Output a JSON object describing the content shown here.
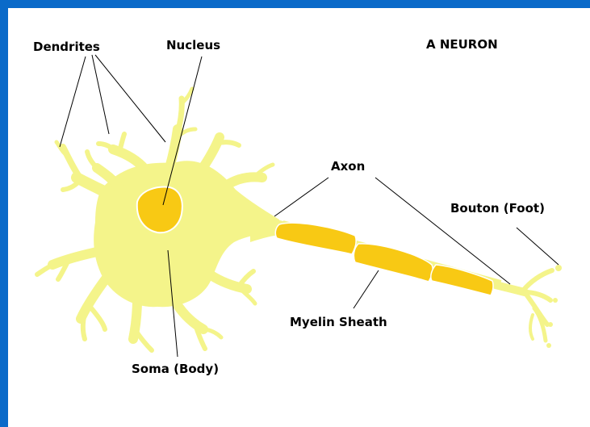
{
  "diagram": {
    "title": "A NEURON",
    "labels": {
      "dendrites": "Dendrites",
      "nucleus": "Nucleus",
      "axon": "Axon",
      "bouton": "Bouton (Foot)",
      "myelin": "Myelin Sheath",
      "soma": "Soma (Body)"
    },
    "colors": {
      "frame": "#0a6ac9",
      "cell_body": "#f4f48a",
      "nucleus": "#f8c914",
      "myelin": "#f8c914",
      "outline": "#000000"
    }
  }
}
